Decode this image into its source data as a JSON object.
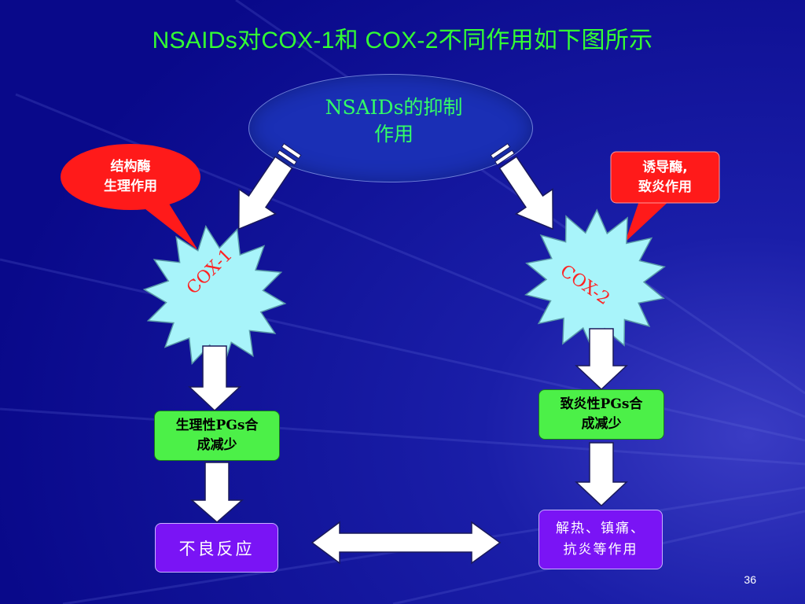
{
  "slide": {
    "title": "NSAIDs对COX-1和 COX-2不同作用如下图所示",
    "page_number": "36"
  },
  "nsaid_oval": {
    "line1": "NSAIDs的抑制",
    "line2": "作用"
  },
  "left_callout": {
    "line1": "结构酶",
    "line2": "生理作用"
  },
  "right_callout": {
    "line1": "诱导酶,",
    "line2": "致炎作用"
  },
  "cox1_label": "COX-1",
  "cox2_label": "COX-2",
  "left_box": {
    "line1": "生理性PGs合",
    "line2": "成减少"
  },
  "right_box": {
    "line1": "致炎性PGs合",
    "line2": "成减少"
  },
  "adverse_box": "不良反应",
  "therapeutic_box": {
    "line1": "解热、镇痛、",
    "line2": "抗炎等作用"
  },
  "colors": {
    "background": "#0b0d8c",
    "title": "#33ff33",
    "callout": "#ff1a1a",
    "process_box": "#4cf048",
    "result_box": "#7a14f5",
    "starburst": "#a8f4fa",
    "cox_text": "#ff2222"
  }
}
